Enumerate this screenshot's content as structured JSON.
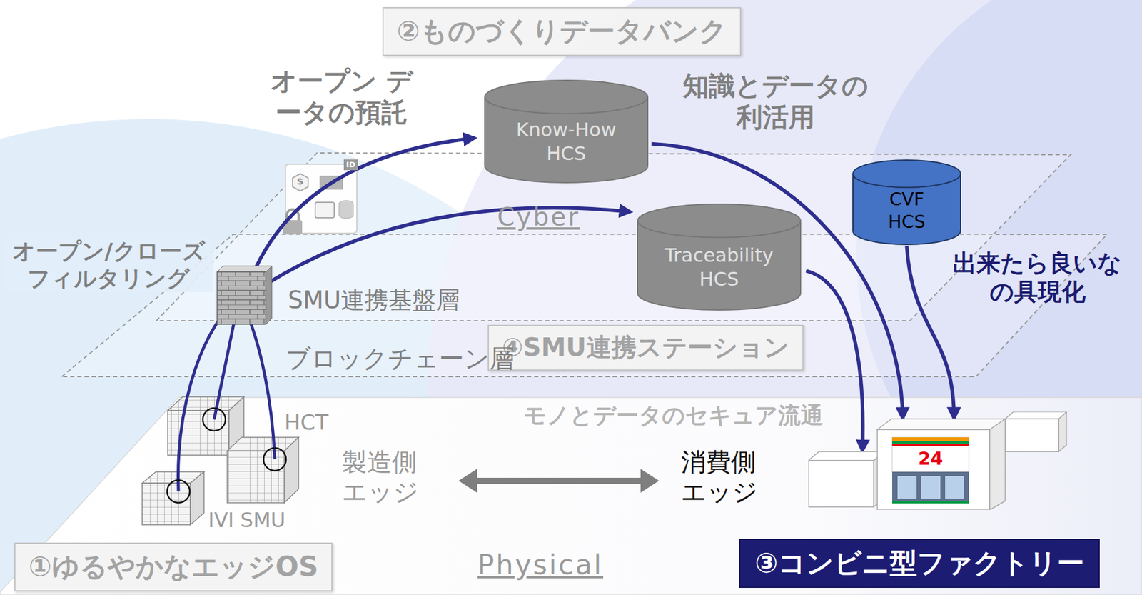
{
  "diagram": {
    "nodes": [
      {
        "text": [
          "②ものづくりデータバンク"
        ]
      },
      {
        "text": [
          "Know-How HCS"
        ]
      },
      {
        "text": [
          "CVF HCS"
        ]
      },
      {
        "text": [
          "Traceability HCS"
        ]
      },
      {
        "text": [
          "④SMU連携ステーション"
        ]
      },
      {
        "text": [
          "24"
        ]
      },
      {
        "text": [
          "①ゆるやかなエッジOS"
        ]
      },
      {
        "text": [
          "③コンビニ型ファクトリー"
        ]
      }
    ],
    "edges": [
      {
        "from": 1,
        "to": 5,
        "arrow": "to"
      },
      {
        "from": 3,
        "to": 5,
        "arrow": "to"
      },
      {
        "from": 2,
        "to": 5,
        "arrow": "to"
      }
    ],
    "labels": [
      "オープン データの預託",
      "知識とデータの 利活用",
      "オープン/クローズ フィルタリング",
      "Cyber",
      "SMU連携基盤層",
      "ブロックチェーン層",
      "モノとデータのセキュア流通",
      "HCT",
      "IVI SMU",
      "製造側 エッジ",
      "消費側 エッジ",
      "Physical",
      "出来たら良いな の具現化",
      "ID",
      "$"
    ]
  }
}
